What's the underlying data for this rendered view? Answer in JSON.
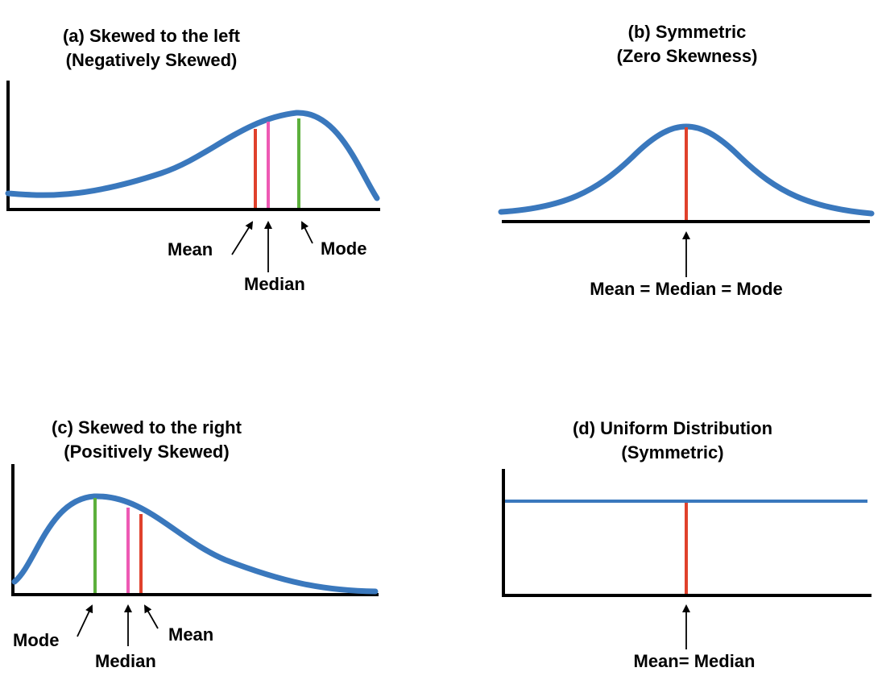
{
  "colors": {
    "curve": "#3a78bd",
    "mean": "#e0412c",
    "median": "#ee5ab4",
    "mode": "#5cb03c",
    "axis": "#000000"
  },
  "panels": {
    "a": {
      "title_line1": "(a) Skewed to the left",
      "title_line2": "(Negatively Skewed)",
      "labels": {
        "mean": "Mean",
        "median": "Median",
        "mode": "Mode"
      }
    },
    "b": {
      "title_line1": "(b) Symmetric",
      "title_line2": "(Zero Skewness)",
      "labels": {
        "combined": "Mean = Median = Mode"
      }
    },
    "c": {
      "title_line1": "(c) Skewed to the right",
      "title_line2": "(Positively Skewed)",
      "labels": {
        "mode": "Mode",
        "median": "Median",
        "mean": "Mean"
      }
    },
    "d": {
      "title_line1": "(d) Uniform Distribution",
      "title_line2": "(Symmetric)",
      "labels": {
        "combined": "Mean= Median"
      }
    }
  }
}
